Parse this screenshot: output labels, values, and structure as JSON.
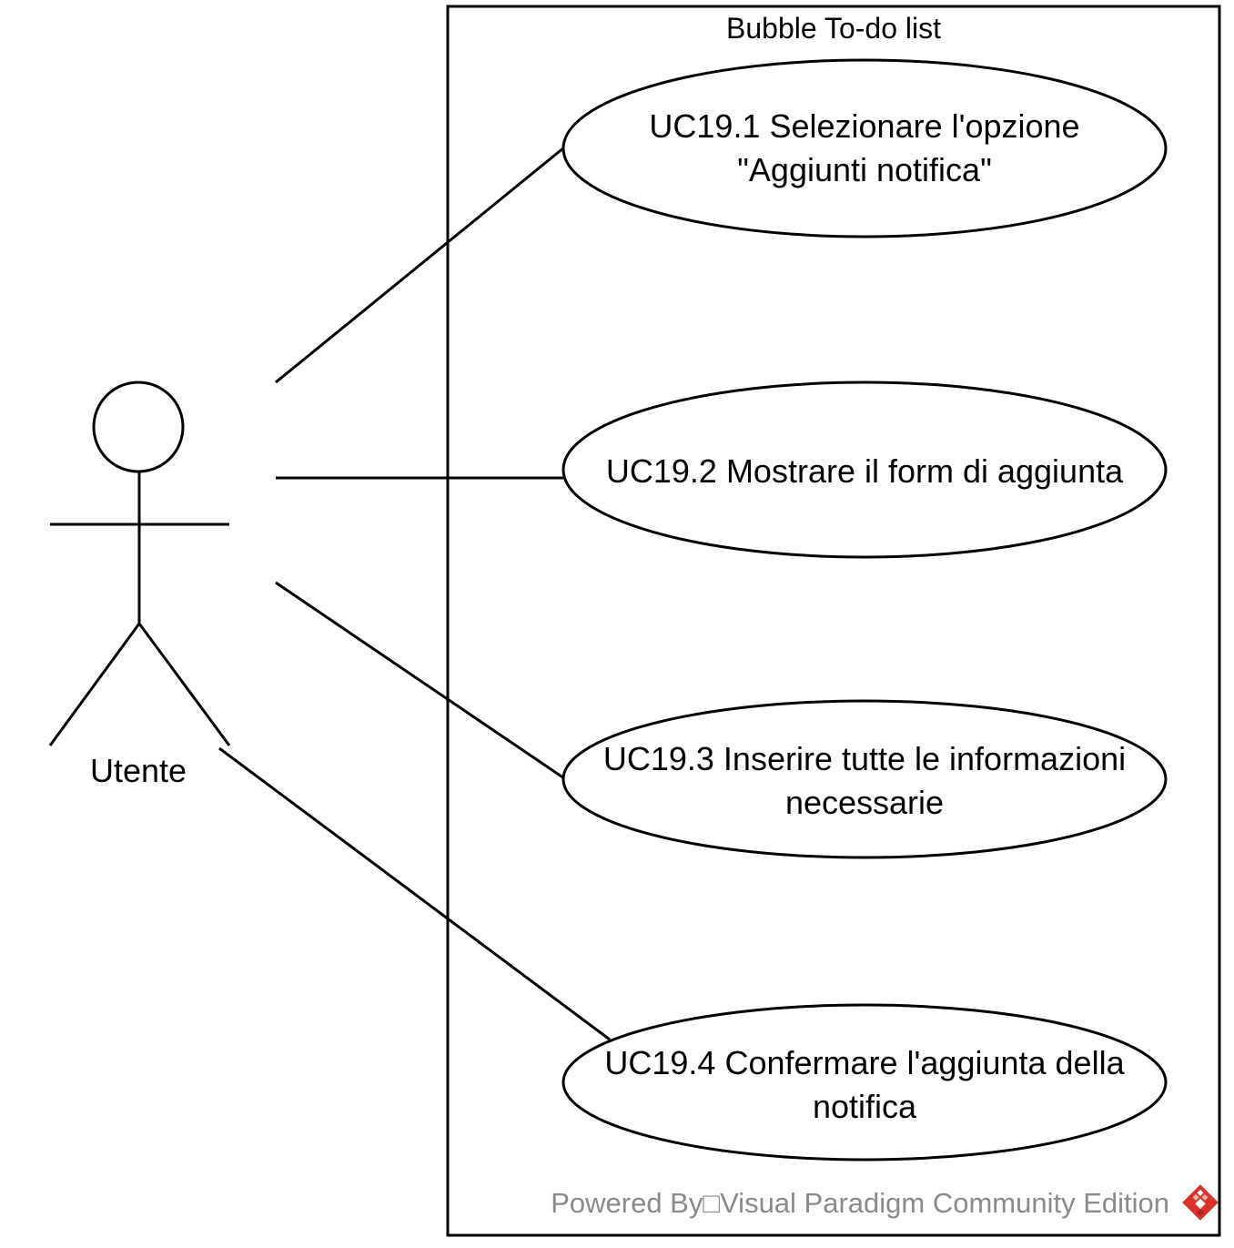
{
  "diagram": {
    "system": {
      "title": "Bubble To-do list"
    },
    "actor": {
      "name": "Utente"
    },
    "use_cases": [
      {
        "id": "uc19-1",
        "label": "UC19.1 Selezionare l'opzione\n\"Aggiunti notifica\""
      },
      {
        "id": "uc19-2",
        "label": "UC19.2 Mostrare il form di aggiunta"
      },
      {
        "id": "uc19-3",
        "label": "UC19.3 Inserire tutte le informazioni\nnecessarie"
      },
      {
        "id": "uc19-4",
        "label": "UC19.4 Confermare l'aggiunta della\nnotifica"
      }
    ],
    "associations": [
      {
        "from": "Utente",
        "to": "uc19-1"
      },
      {
        "from": "Utente",
        "to": "uc19-2"
      },
      {
        "from": "Utente",
        "to": "uc19-3"
      },
      {
        "from": "Utente",
        "to": "uc19-4"
      }
    ],
    "watermark": {
      "text": "Powered By□Visual Paradigm Community Edition",
      "logo_icon": "visual-paradigm-logo-icon"
    },
    "colors": {
      "stroke": "#000000",
      "background": "#ffffff",
      "watermark_text": "#8a8a8a",
      "logo_red": "#d9322b"
    }
  }
}
